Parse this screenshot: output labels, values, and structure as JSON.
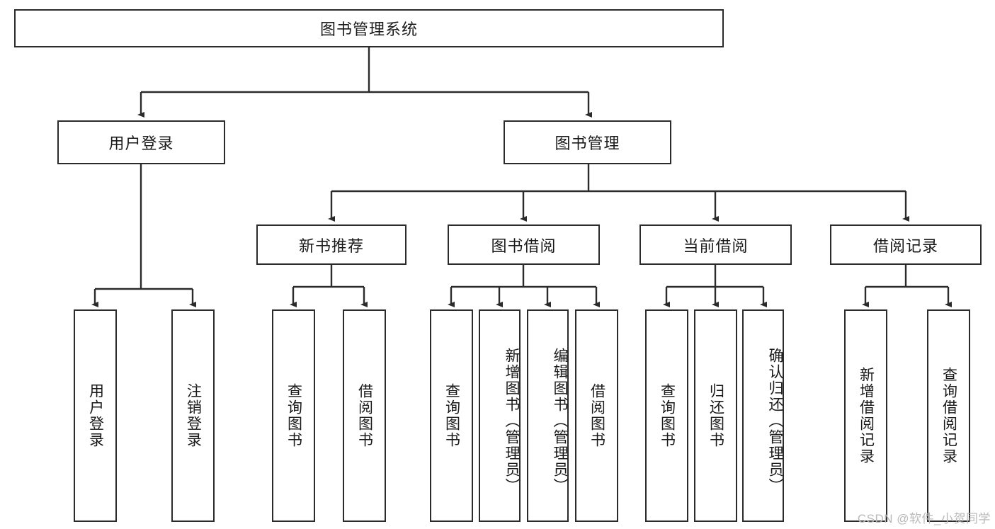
{
  "diagram": {
    "type": "tree-hierarchy",
    "title": "图书管理系统",
    "watermark": "CSDN @软件_小贺同学",
    "colors": {
      "box_border": "#2b2b2b",
      "box_fill": "#ffffff",
      "connector": "#2b2b2b",
      "text": "#1a1a1a",
      "watermark": "#b9b9b9"
    },
    "root": {
      "id": "root",
      "label": "图书管理系统",
      "orientation": "horizontal"
    },
    "level1": [
      {
        "id": "user-login",
        "label": "用户登录",
        "orientation": "horizontal"
      },
      {
        "id": "book-management",
        "label": "图书管理",
        "orientation": "horizontal"
      }
    ],
    "level2": [
      {
        "id": "new-book-recommend",
        "label": "新书推荐",
        "orientation": "horizontal",
        "parent": "book-management"
      },
      {
        "id": "book-borrow",
        "label": "图书借阅",
        "orientation": "horizontal",
        "parent": "book-management"
      },
      {
        "id": "current-borrow",
        "label": "当前借阅",
        "orientation": "horizontal",
        "parent": "book-management"
      },
      {
        "id": "borrow-record",
        "label": "借阅记录",
        "orientation": "horizontal",
        "parent": "book-management"
      }
    ],
    "leaves": [
      {
        "id": "leaf-user-login",
        "label": "用户登录",
        "parent": "user-login",
        "orientation": "vertical"
      },
      {
        "id": "leaf-user-logout",
        "label": "注销登录",
        "parent": "user-login",
        "orientation": "vertical"
      },
      {
        "id": "leaf-query-book-1",
        "label": "查询图书",
        "parent": "new-book-recommend",
        "orientation": "vertical"
      },
      {
        "id": "leaf-borrow-book-1",
        "label": "借阅图书",
        "parent": "new-book-recommend",
        "orientation": "vertical"
      },
      {
        "id": "leaf-query-book-2",
        "label": "查询图书",
        "parent": "book-borrow",
        "orientation": "vertical"
      },
      {
        "id": "leaf-add-book",
        "label": "新增图书（管理员）",
        "parent": "book-borrow",
        "orientation": "vertical"
      },
      {
        "id": "leaf-edit-book",
        "label": "编辑图书（管理员）",
        "parent": "book-borrow",
        "orientation": "vertical"
      },
      {
        "id": "leaf-borrow-book-2",
        "label": "借阅图书",
        "parent": "book-borrow",
        "orientation": "vertical"
      },
      {
        "id": "leaf-query-book-3",
        "label": "查询图书",
        "parent": "current-borrow",
        "orientation": "vertical"
      },
      {
        "id": "leaf-return-book",
        "label": "归还图书",
        "parent": "current-borrow",
        "orientation": "vertical"
      },
      {
        "id": "leaf-confirm-return",
        "label": "确认归还（管理员）",
        "parent": "current-borrow",
        "orientation": "vertical"
      },
      {
        "id": "leaf-add-record",
        "label": "新增借阅记录",
        "parent": "borrow-record",
        "orientation": "vertical"
      },
      {
        "id": "leaf-query-record",
        "label": "查询借阅记录",
        "parent": "borrow-record",
        "orientation": "vertical"
      }
    ]
  }
}
